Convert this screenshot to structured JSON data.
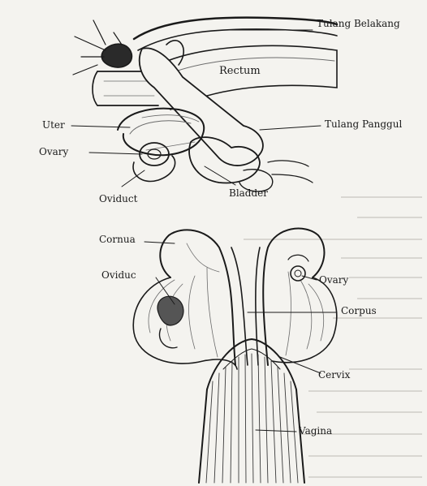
{
  "top_diagram": {
    "labels": {
      "tulang_belakang": "Tulang Belakang",
      "rectum": "Rectum",
      "uter": "Uter",
      "tulang_panggul": "Tulang Panggul",
      "ovary": "Ovary",
      "oviduct": "Oviduct",
      "bladder": "Bladder"
    }
  },
  "bottom_diagram": {
    "labels": {
      "cornua": "Cornua",
      "oviduc": "Oviduc",
      "ovary": "Ovary",
      "corpus": "Corpus",
      "cervix": "Cervix",
      "vagina": "Vagina"
    }
  },
  "colors": {
    "background": "#f4f3ef",
    "ink": "#1a1a1a",
    "shade": "#6b6b6b",
    "bleed_text": "#cfcdc8"
  }
}
